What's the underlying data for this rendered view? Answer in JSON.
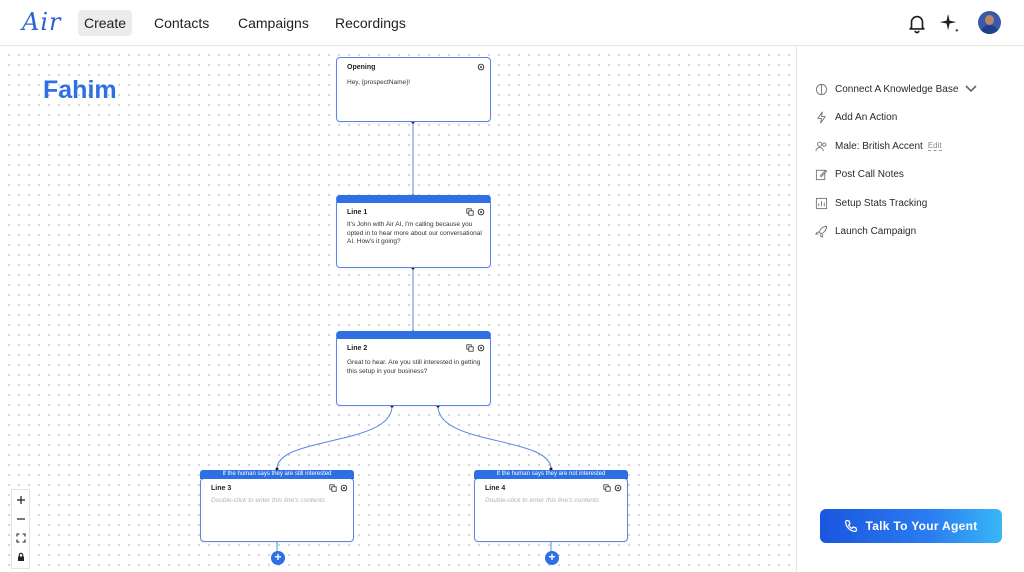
{
  "nav": {
    "logo": "Air",
    "items": [
      {
        "label": "Create",
        "active": true
      },
      {
        "label": "Contacts",
        "active": false
      },
      {
        "label": "Campaigns",
        "active": false
      },
      {
        "label": "Recordings",
        "active": false
      }
    ],
    "icons": [
      "bell-icon",
      "sparkle-icon",
      "avatar"
    ]
  },
  "canvas": {
    "agent_name": "Fahim",
    "nodes": [
      {
        "id": "opening",
        "title": "Opening",
        "body": "Hey, {prospectName}!",
        "header": false
      },
      {
        "id": "line1",
        "title": "Line 1",
        "body": "It's John with Air AI, I'm calling because you opted in to hear more about our conversational AI. How's it going?",
        "header": true
      },
      {
        "id": "line2",
        "title": "Line 2",
        "body": "Great to hear. Are you still interested in getting this setup in your business?",
        "header": true
      },
      {
        "id": "line3",
        "title": "Line 3",
        "body": "Double-click to enter this line's contents",
        "branch_label": "If the human says they are still interested",
        "placeholder": true
      },
      {
        "id": "line4",
        "title": "Line 4",
        "body": "Double-click to enter this line's contents",
        "branch_label": "If the human says they are not interested",
        "placeholder": true
      }
    ],
    "zoom_controls": [
      "+",
      "−",
      "fit",
      "lock"
    ]
  },
  "panel": {
    "items": [
      {
        "label": "Connect A Knowledge Base",
        "icon": "brain-icon",
        "has_dropdown": true
      },
      {
        "label": "Add An Action",
        "icon": "lightning-icon"
      },
      {
        "label": "Male: British Accent",
        "icon": "users-icon",
        "edit": "Edit"
      },
      {
        "label": "Post Call Notes",
        "icon": "edit-note-icon"
      },
      {
        "label": "Setup Stats Tracking",
        "icon": "chart-icon"
      },
      {
        "label": "Launch Campaign",
        "icon": "rocket-icon"
      }
    ],
    "talk_button": "Talk To Your Agent"
  },
  "colors": {
    "accent": "#2f6fe4",
    "logo": "#2f5fd8",
    "agent_name": "#2f6fe4"
  }
}
